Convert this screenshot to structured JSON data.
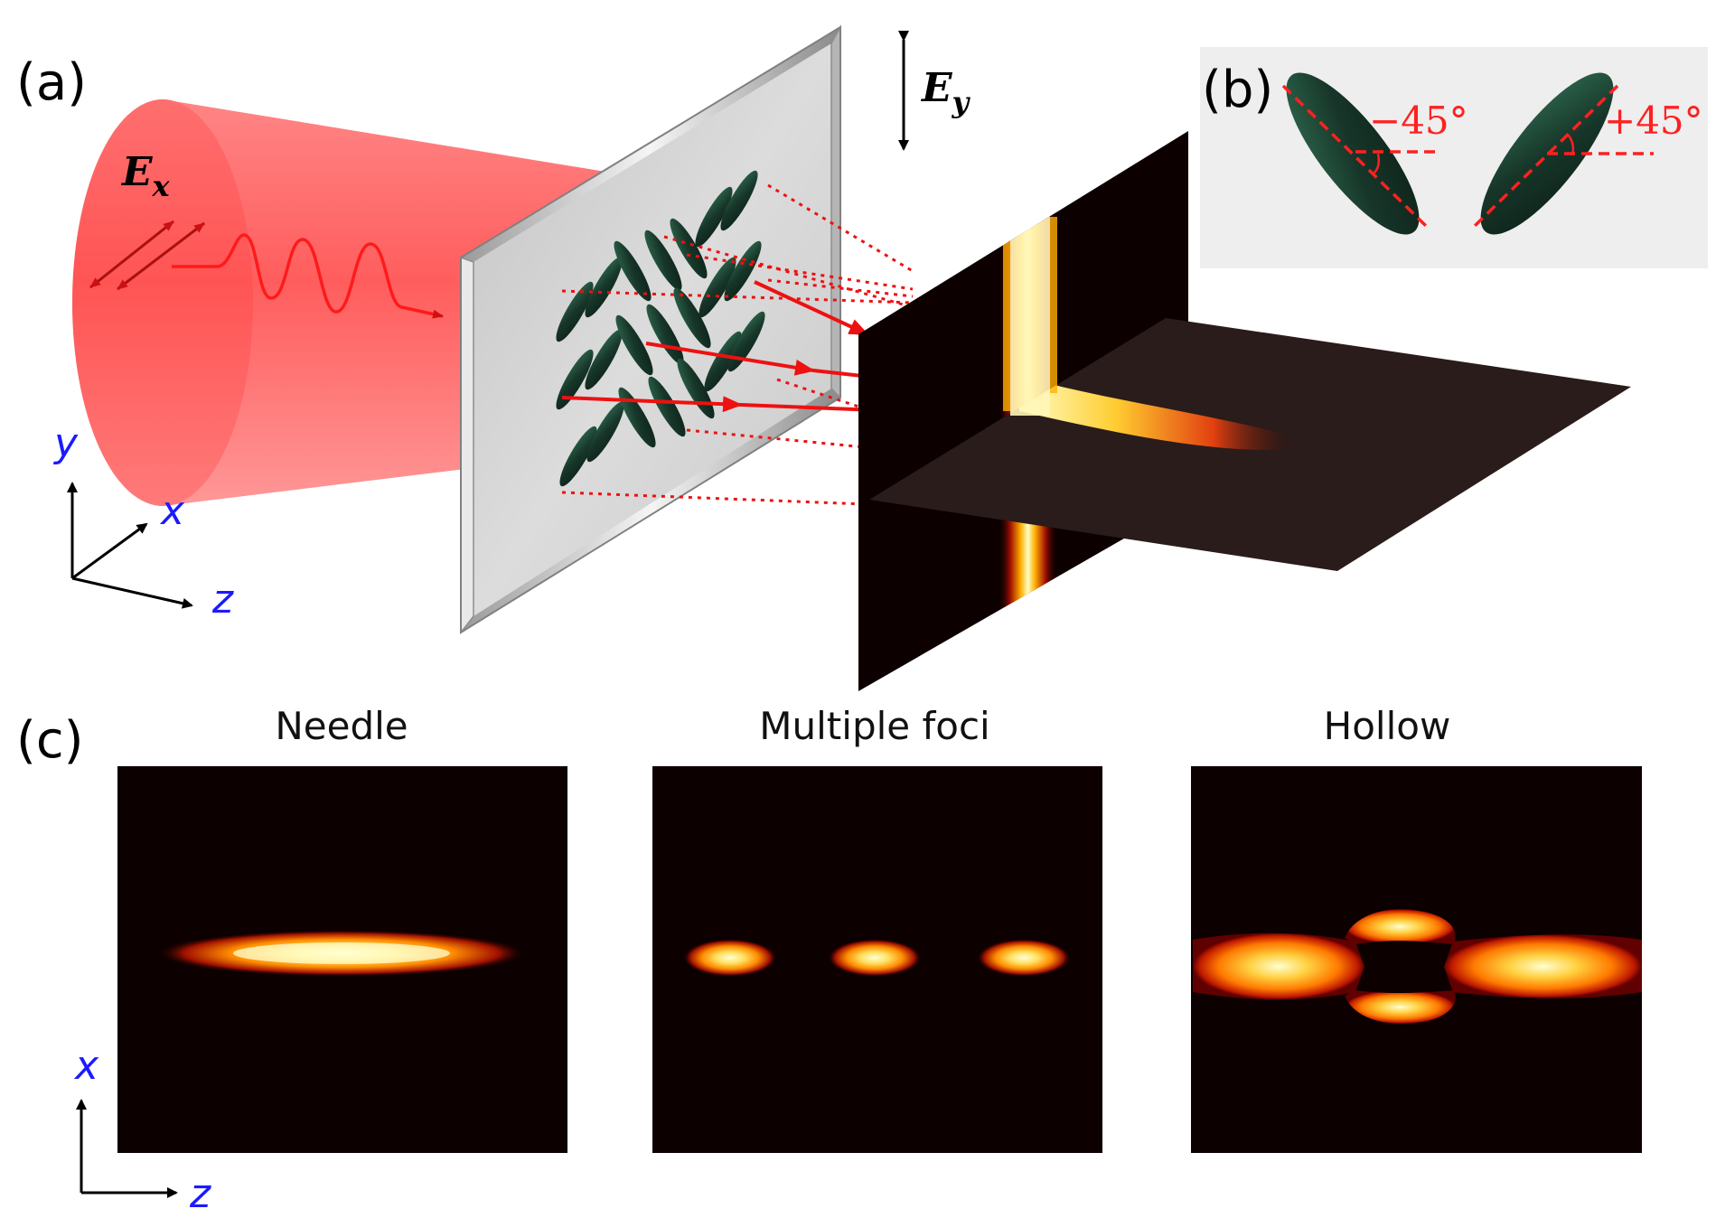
{
  "panels": {
    "a": {
      "tag": "(a)"
    },
    "b": {
      "tag": "(b)",
      "angle_left": "−45°",
      "angle_right": "+45°"
    },
    "c": {
      "tag": "(c)",
      "plots": [
        {
          "title": "Needle"
        },
        {
          "title": "Multiple foci"
        },
        {
          "title": "Hollow"
        }
      ]
    }
  },
  "fields": {
    "ex": {
      "base": "E",
      "sub": "x"
    },
    "ey": {
      "base": "E",
      "sub": "y"
    }
  },
  "axes3d": {
    "y": "y",
    "x": "x",
    "z": "z"
  },
  "axes2d": {
    "x": "x",
    "z": "z"
  },
  "colors": {
    "beam": "#ff5555",
    "wave": "#ff1a1a",
    "nanofin": "#1d3d2f",
    "axis_text": "#1a1aff",
    "angle_text": "#ff2020",
    "heat_bg": "#0c0000",
    "plate": "#d2d2d2",
    "inset_bg": "#eeeeee"
  }
}
